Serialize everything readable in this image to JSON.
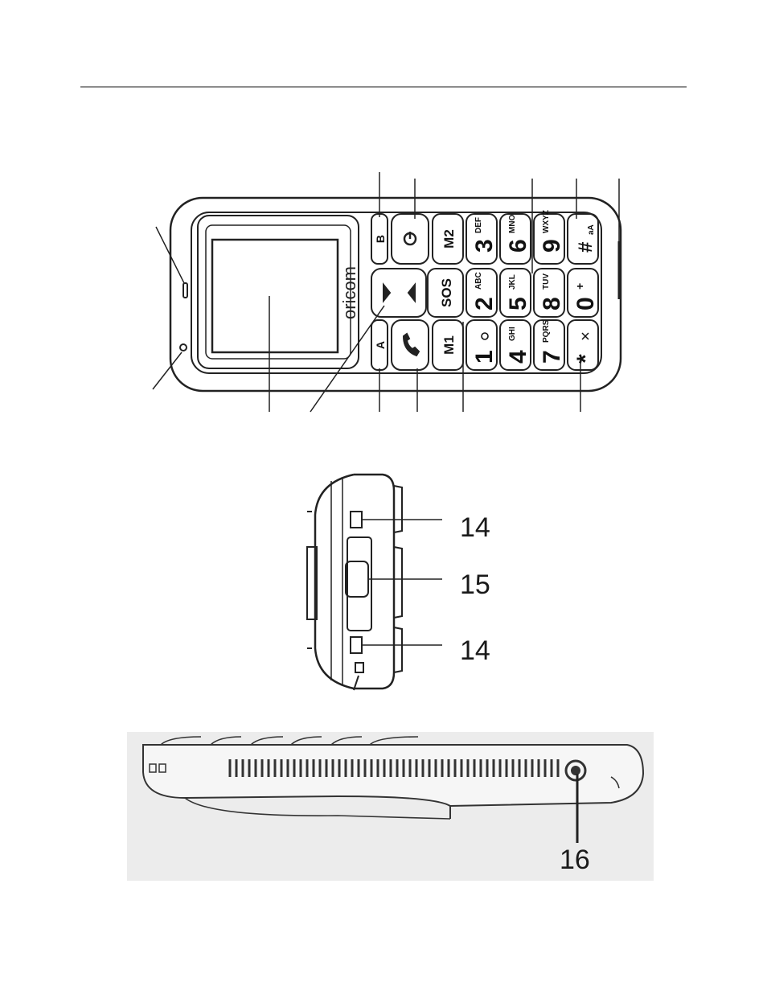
{
  "header_rule_color": "#8c8c8c",
  "brand": "oricom",
  "keys": {
    "b": "B",
    "a": "A",
    "m2": "M2",
    "m1": "M1",
    "sos": "SOS",
    "row_top": [
      {
        "digit": "3",
        "letters": "DEF"
      },
      {
        "digit": "6",
        "letters": "MNO"
      },
      {
        "digit": "9",
        "letters": "WXYZ"
      },
      {
        "digit": "#",
        "letters": "aA"
      }
    ],
    "row_mid": [
      {
        "digit": "2",
        "letters": "ABC"
      },
      {
        "digit": "5",
        "letters": "JKL"
      },
      {
        "digit": "8",
        "letters": "TUV"
      },
      {
        "digit": "0",
        "letters": "+"
      }
    ],
    "row_bot": [
      {
        "digit": "1",
        "letters": ""
      },
      {
        "digit": "4",
        "letters": "GHI"
      },
      {
        "digit": "7",
        "letters": "PQRS"
      },
      {
        "digit": "*",
        "letters": ""
      }
    ]
  },
  "callouts": {
    "usb_hook_top": "14",
    "usb_port": "15",
    "usb_hook_bottom": "14",
    "headset_jack": "16"
  }
}
